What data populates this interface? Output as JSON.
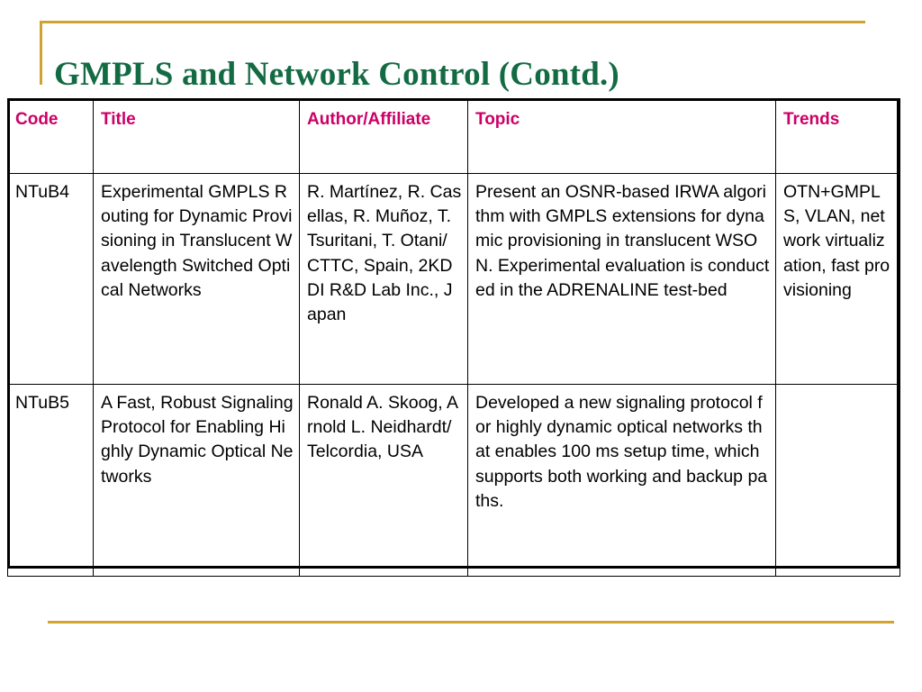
{
  "slide": {
    "title": "GMPLS and Network Control (Contd.)",
    "accent_gold": "#CDA434",
    "title_green": "#136B43",
    "header_magenta": "#CC0066",
    "body_black": "#000000",
    "background": "#FFFFFF"
  },
  "table": {
    "columns": [
      {
        "key": "code",
        "label": "Code"
      },
      {
        "key": "title",
        "label": "Title"
      },
      {
        "key": "author",
        "label": "Author/Affiliate"
      },
      {
        "key": "topic",
        "label": "Topic"
      },
      {
        "key": "trends",
        "label": "Trends"
      }
    ],
    "rows": [
      {
        "code": "NTuB4",
        "title": "Experimental GMPLS Routing for Dynamic Provisioning in Translucent Wavelength Switched Optical Networks",
        "author": "R. Martínez, R. Casellas, R. Muñoz, T. Tsuritani, T. Otani/ CTTC, Spain, 2KDDI R&D Lab Inc., Japan",
        "topic": "Present an OSNR-based IRWA algorithm with GMPLS extensions for dynamic provisioning in translucent WSON. Experimental evaluation is conducted in the ADRENALINE test-bed",
        "trends": "OTN+GMPLS, VLAN, network virtualization, fast provisioning"
      },
      {
        "code": "NTuB5",
        "title": "A Fast, Robust Signaling Protocol for Enabling Highly Dynamic Optical Networks",
        "author": "Ronald A. Skoog, Arnold L. Neidhardt/ Telcordia, USA",
        "topic": "Developed a new signaling protocol for highly dynamic optical networks that enables 100 ms setup time, which supports  both working and backup paths.",
        "trends": ""
      }
    ]
  }
}
